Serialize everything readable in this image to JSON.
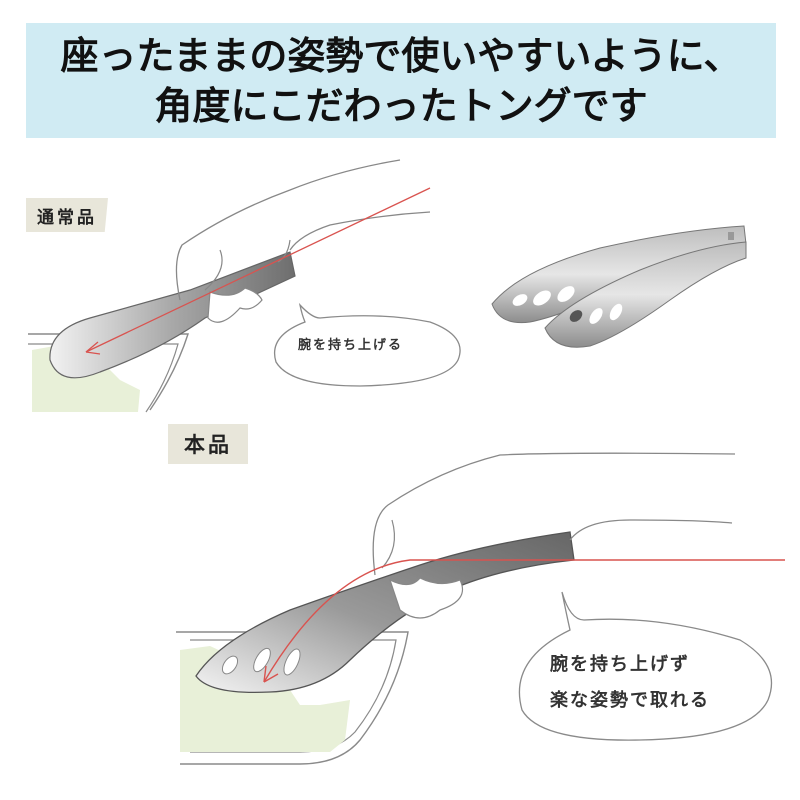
{
  "banner": {
    "line1": "座ったままの姿勢で使いやすいように、",
    "line2": "角度にこだわったトングです",
    "background": "#d0ebf3"
  },
  "sections": {
    "normal": {
      "label": "通常品",
      "bubble": "腕を持ち上げる"
    },
    "this_product": {
      "label": "本品",
      "bubble_line1": "腕を持ち上げず",
      "bubble_line2": "楽な姿勢で取れる"
    }
  },
  "colors": {
    "arrow": "#d9534f",
    "food": "#e8f0d8",
    "tag": "#e8e6da",
    "outline": "#8a8a8a"
  }
}
